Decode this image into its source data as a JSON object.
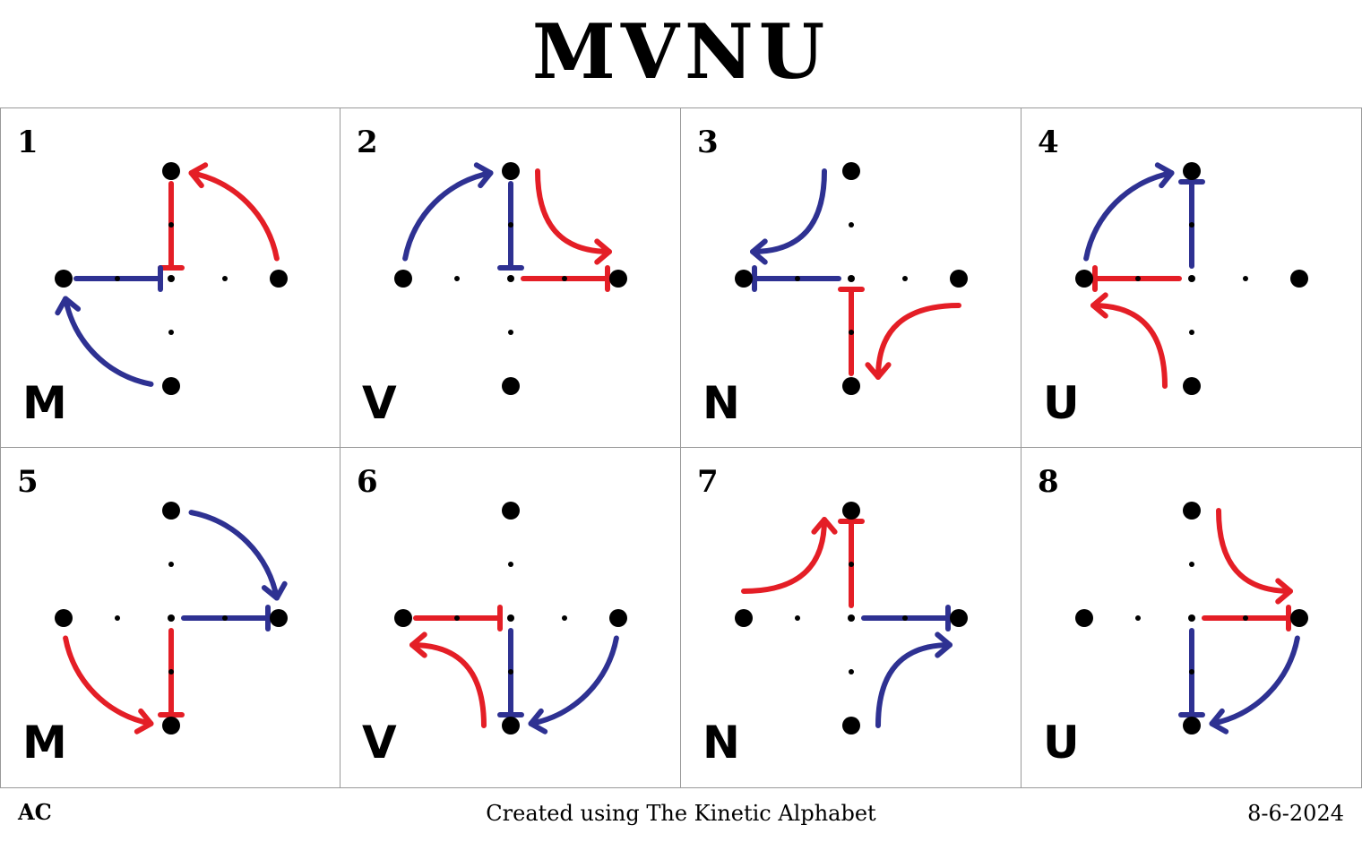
{
  "title": "MVNU",
  "colors": {
    "red": "#e41e26",
    "blue": "#2e3192",
    "dot": "#000000"
  },
  "cells": [
    {
      "number": "1",
      "letter": "M",
      "moves": [
        {
          "type": "pro",
          "color": "red",
          "from": "n",
          "to": "center"
        },
        {
          "type": "shift",
          "color": "red",
          "from": "e",
          "to": "n"
        },
        {
          "type": "pro",
          "color": "blue",
          "from": "w",
          "to": "center"
        },
        {
          "type": "shift",
          "color": "blue",
          "from": "s",
          "to": "w"
        }
      ]
    },
    {
      "number": "2",
      "letter": "V",
      "moves": [
        {
          "type": "pro",
          "color": "blue",
          "from": "n",
          "to": "center"
        },
        {
          "type": "shift",
          "color": "blue",
          "from": "w",
          "to": "n"
        },
        {
          "type": "pro",
          "color": "red",
          "from": "center",
          "to": "e"
        },
        {
          "type": "dash",
          "color": "red",
          "from": "n",
          "to": "e"
        }
      ]
    },
    {
      "number": "3",
      "letter": "N",
      "moves": [
        {
          "type": "pro",
          "color": "blue",
          "from": "center",
          "to": "w"
        },
        {
          "type": "dash",
          "color": "blue",
          "from": "n",
          "to": "w"
        },
        {
          "type": "pro",
          "color": "red",
          "from": "s",
          "to": "center"
        },
        {
          "type": "dash",
          "color": "red",
          "from": "e",
          "to": "s"
        }
      ]
    },
    {
      "number": "4",
      "letter": "U",
      "moves": [
        {
          "type": "pro",
          "color": "blue",
          "from": "center",
          "to": "n"
        },
        {
          "type": "shift",
          "color": "blue",
          "from": "w",
          "to": "n"
        },
        {
          "type": "pro",
          "color": "red",
          "from": "center",
          "to": "w"
        },
        {
          "type": "dash",
          "color": "red",
          "from": "s",
          "to": "w"
        }
      ]
    },
    {
      "number": "5",
      "letter": "M",
      "moves": [
        {
          "type": "pro",
          "color": "blue",
          "from": "center",
          "to": "e"
        },
        {
          "type": "shift",
          "color": "blue",
          "from": "n",
          "to": "e"
        },
        {
          "type": "pro",
          "color": "red",
          "from": "center",
          "to": "s"
        },
        {
          "type": "shift",
          "color": "red",
          "from": "w",
          "to": "s"
        }
      ]
    },
    {
      "number": "6",
      "letter": "V",
      "moves": [
        {
          "type": "pro",
          "color": "red",
          "from": "w",
          "to": "center"
        },
        {
          "type": "dash",
          "color": "red",
          "from": "s",
          "to": "w"
        },
        {
          "type": "pro",
          "color": "blue",
          "from": "center",
          "to": "s"
        },
        {
          "type": "shift",
          "color": "blue",
          "from": "e",
          "to": "s"
        }
      ]
    },
    {
      "number": "7",
      "letter": "N",
      "moves": [
        {
          "type": "pro",
          "color": "red",
          "from": "center",
          "to": "n"
        },
        {
          "type": "dash",
          "color": "red",
          "from": "w",
          "to": "n"
        },
        {
          "type": "pro",
          "color": "blue",
          "from": "center",
          "to": "e"
        },
        {
          "type": "dash",
          "color": "blue",
          "from": "s",
          "to": "e"
        }
      ]
    },
    {
      "number": "8",
      "letter": "U",
      "moves": [
        {
          "type": "pro",
          "color": "red",
          "from": "center",
          "to": "e"
        },
        {
          "type": "dash",
          "color": "red",
          "from": "n",
          "to": "e"
        },
        {
          "type": "pro",
          "color": "blue",
          "from": "center",
          "to": "s"
        },
        {
          "type": "shift",
          "color": "blue",
          "from": "e",
          "to": "s"
        }
      ]
    }
  ],
  "footer": {
    "left": "AC",
    "center": "Created using The Kinetic Alphabet",
    "right": "8-6-2024"
  }
}
